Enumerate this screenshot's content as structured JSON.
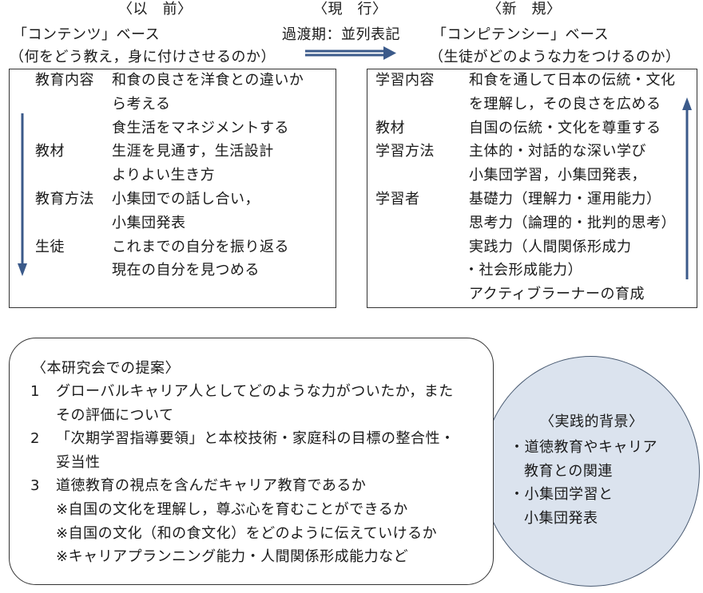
{
  "header": {
    "left": {
      "period": "〈以　前〉",
      "title": "「コンテンツ」ベース",
      "subtitle": "（何をどう教え，身に付けさせるのか）"
    },
    "middle": {
      "period": "〈現　行〉",
      "title": "過渡期：並列表記"
    },
    "right": {
      "period": "〈新　規〉",
      "title": "「コンピテンシー」ベース",
      "subtitle": "（生徒がどのような力をつけるのか）"
    }
  },
  "left_box": {
    "rows": [
      {
        "label": "教育内容",
        "text": "和食の良さを洋食との違いか"
      },
      {
        "label": "",
        "text": "ら考える"
      },
      {
        "label": "",
        "text": "食生活をマネジメントする"
      },
      {
        "label": "教材",
        "text": "生涯を見通す，生活設計"
      },
      {
        "label": "",
        "text": "よりよい生き方"
      },
      {
        "label": "教育方法",
        "text": "小集団での話し合い，"
      },
      {
        "label": "",
        "text": "小集団発表"
      },
      {
        "label": "生徒",
        "text": "これまでの自分を振り返る"
      },
      {
        "label": "",
        "text": "現在の自分を見つめる"
      }
    ]
  },
  "right_box": {
    "rows": [
      {
        "label": "学習内容",
        "text": "和食を通して日本の伝統・文化"
      },
      {
        "label": "",
        "text": "を理解し，その良さを広める"
      },
      {
        "label": "教材",
        "text": "自国の伝統・文化を尊重する"
      },
      {
        "label": "学習方法",
        "text": "主体的・対話的な深い学び"
      },
      {
        "label": "",
        "text": "小集団学習，小集団発表，"
      },
      {
        "label": "学習者",
        "text": "基礎力（理解力・運用能力）"
      },
      {
        "label": "",
        "text": "思考力（論理的・批判的思考）"
      },
      {
        "label": "",
        "text": "実践力（人間関係形成力"
      },
      {
        "label": "",
        "text": "・社会形成能力）"
      },
      {
        "label": "",
        "text": "アクティブラーナーの育成"
      }
    ]
  },
  "proposal": {
    "title": "〈本研究会での提案〉",
    "items": [
      {
        "num": "1",
        "lines": [
          "グローバルキャリア人としてどのような力がついたか，また",
          "その評価について"
        ]
      },
      {
        "num": "2",
        "lines": [
          "「次期学習指導要領」と本校技術・家庭科の目標の整合性・",
          "妥当性"
        ]
      },
      {
        "num": "3",
        "lines": [
          "道徳教育の視点を含んだキャリア教育であるか",
          "※自国の文化を理解し，尊ぶ心を育むことができるか",
          "※自国の文化（和の食文化）をどのように伝えていけるか",
          "※キャリアプランニング能力・人間関係形成能力など"
        ]
      }
    ]
  },
  "background": {
    "title": "〈実践的背景〉",
    "lines": [
      "・道徳教育やキャリア",
      "教育との関連",
      "・小集団学習と",
      "小集団発表"
    ]
  },
  "colors": {
    "arrow": "#3b5a8a",
    "circle_fill": "#dbe3ee",
    "border": "#333333"
  }
}
